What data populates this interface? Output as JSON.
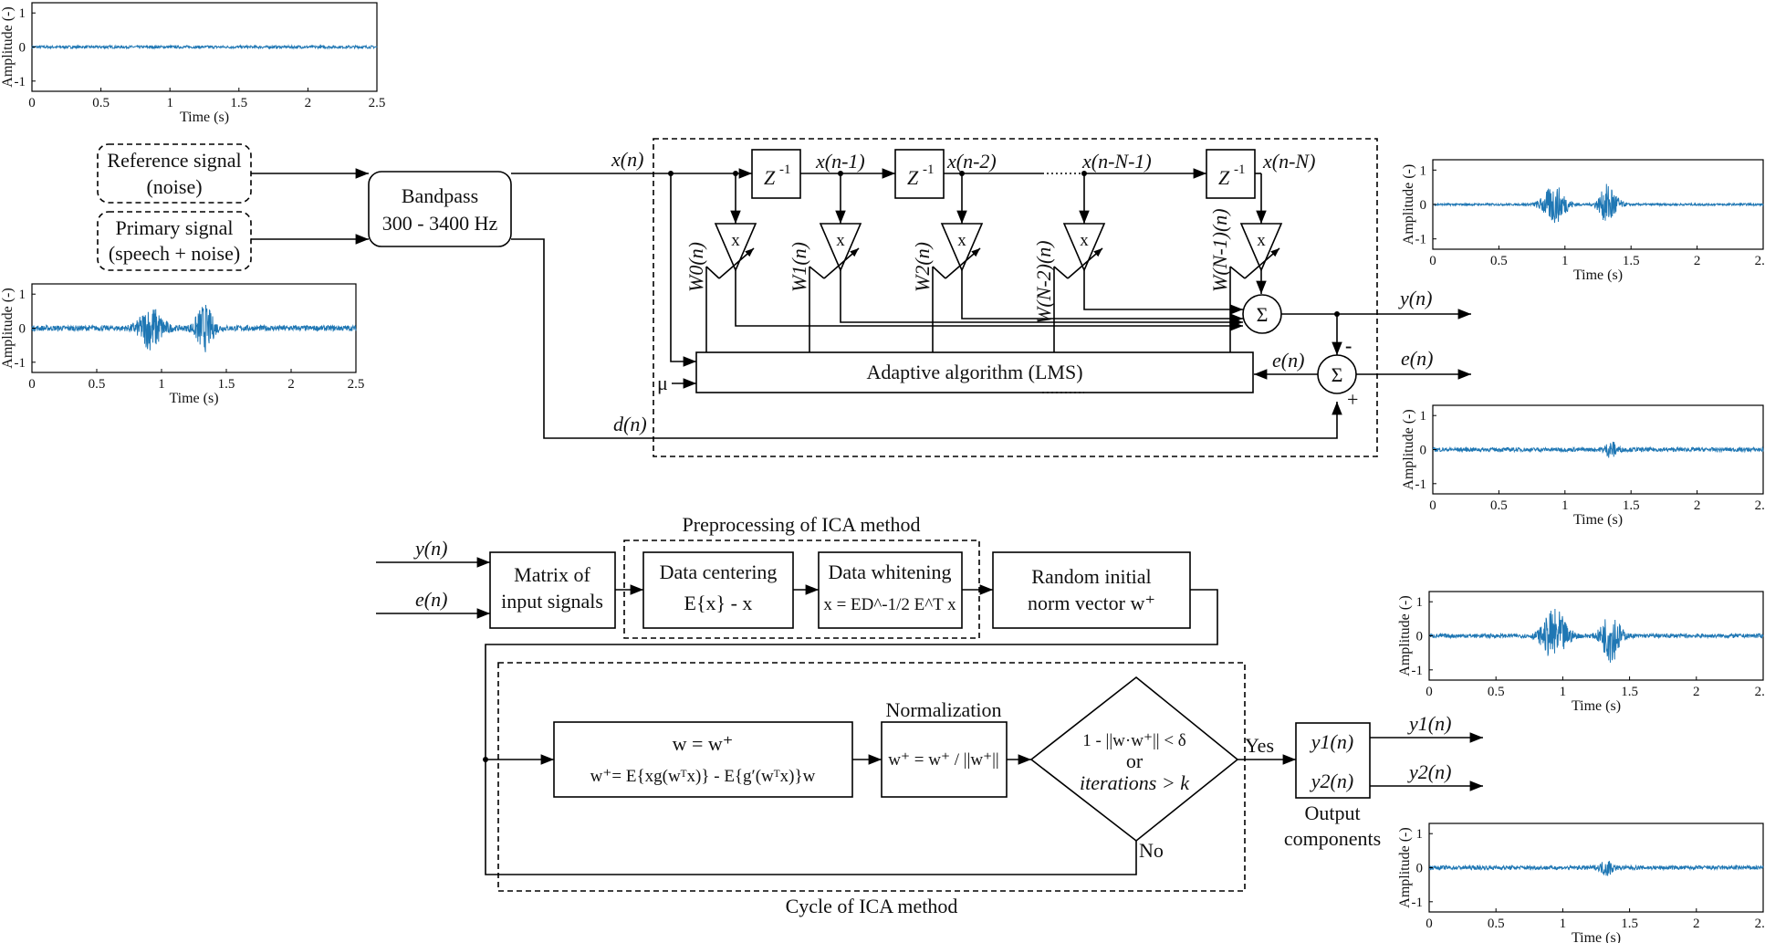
{
  "top": {
    "reference_signal": [
      "Reference signal",
      "(noise)"
    ],
    "primary_signal": [
      "Primary signal",
      "(speech + noise)"
    ],
    "bandpass": [
      "Bandpass",
      "300 - 3400 Hz"
    ],
    "x_n": "x(n)",
    "d_n": "d(n)",
    "y_n": "y(n)",
    "e_n": "e(n)",
    "e_n_out": "e(n)",
    "mu": "μ",
    "delay": "Z",
    "delay_exp": "-1",
    "taps": [
      "x(n-1)",
      "x(n-2)",
      "x(n-N-1)",
      "x(n-N)"
    ],
    "mult": "x",
    "weights": [
      "W0(n)",
      "W1(n)",
      "W2(n)",
      "W(N-2)(n)",
      "W(N-1)(n)"
    ],
    "sum": "Σ",
    "minus": "-",
    "plus": "+",
    "adaptive": "Adaptive algorithm (LMS)"
  },
  "bottom": {
    "y_n": "y(n)",
    "e_n": "e(n)",
    "matrix": [
      "Matrix of",
      "input signals"
    ],
    "preprocessing_title": "Preprocessing of ICA method",
    "centering": [
      "Data centering",
      "E{x} - x"
    ],
    "whitening": [
      "Data whitening",
      "x = ED^-1/2 E^T x"
    ],
    "random_init": [
      "Random initial",
      "norm vector w⁺"
    ],
    "update": [
      "w = w⁺",
      "w⁺= E{xg(wᵀx)} - E{g′(wᵀx)}w"
    ],
    "normalization_title": "Normalization",
    "normalization": "w⁺ = w⁺ / ||w⁺||",
    "decision": [
      "1 - ||w·w⁺|| < δ",
      "or",
      "iterations > k"
    ],
    "yes": "Yes",
    "no": "No",
    "outputs": [
      "y1(n)",
      "y2(n)"
    ],
    "output_title": [
      "Output",
      "components"
    ],
    "y1_out": "y1(n)",
    "y2_out": "y2(n)",
    "cycle_title": "Cycle of ICA method"
  },
  "plots": {
    "ylabel": "Amplitude (-)",
    "xlabel": "Time (s)",
    "xticks": [
      "0",
      "0.5",
      "1",
      "1.5",
      "2",
      "2.5"
    ],
    "yticks": [
      "1",
      "0",
      "-1"
    ]
  },
  "chart_data": [
    {
      "type": "line",
      "xlabel": "Time (s)",
      "ylabel": "Amplitude (-)",
      "xlim": [
        0,
        2.5
      ],
      "ylim": [
        -1.3,
        1.3
      ],
      "x": [
        0,
        0.5,
        1,
        1.5,
        2,
        2.5
      ],
      "values": [
        0.04,
        0.04,
        0.04,
        0.04,
        0.04,
        0.04
      ],
      "bursts": []
    },
    {
      "type": "line",
      "xlabel": "Time (s)",
      "ylabel": "Amplitude (-)",
      "xlim": [
        0,
        2.5
      ],
      "ylim": [
        -1.3,
        1.3
      ],
      "x": [
        0,
        0.5,
        1,
        1.5,
        2,
        2.5
      ],
      "values": [
        0.08,
        0.08,
        0.08,
        0.08,
        0.08,
        0.08
      ],
      "bursts": [
        {
          "center": 0.92,
          "width": 0.24,
          "amp": 0.6
        },
        {
          "center": 1.33,
          "width": 0.18,
          "amp": 0.65
        }
      ]
    },
    {
      "type": "line",
      "xlabel": "Time (s)",
      "ylabel": "Amplitude (-)",
      "xlim": [
        0,
        2.5
      ],
      "ylim": [
        -1.3,
        1.3
      ],
      "x": [
        0,
        0.5,
        1,
        1.5,
        2,
        2.5
      ],
      "values": [
        0.03,
        0.03,
        0.03,
        0.03,
        0.03,
        0.03
      ],
      "bursts": [
        {
          "center": 0.92,
          "width": 0.24,
          "amp": 0.55
        },
        {
          "center": 1.33,
          "width": 0.18,
          "amp": 0.6
        }
      ]
    },
    {
      "type": "line",
      "xlabel": "Time (s)",
      "ylabel": "Amplitude (-)",
      "xlim": [
        0,
        2.5
      ],
      "ylim": [
        -1.3,
        1.3
      ],
      "x": [
        0,
        0.5,
        1,
        1.5,
        2,
        2.5
      ],
      "values": [
        0.06,
        0.06,
        0.06,
        0.06,
        0.06,
        0.06
      ],
      "bursts": [
        {
          "center": 1.35,
          "width": 0.12,
          "amp": 0.22
        }
      ]
    },
    {
      "type": "line",
      "xlabel": "Time (s)",
      "ylabel": "Amplitude (-)",
      "xlim": [
        0,
        2.5
      ],
      "ylim": [
        -1.3,
        1.3
      ],
      "x": [
        0,
        0.5,
        1,
        1.5,
        2,
        2.5
      ],
      "values": [
        0.06,
        0.06,
        0.06,
        0.06,
        0.06,
        0.06
      ],
      "bursts": [
        {
          "center": 0.94,
          "width": 0.24,
          "amp": 0.75
        },
        {
          "center": 1.36,
          "width": 0.18,
          "amp": 0.75
        }
      ]
    },
    {
      "type": "line",
      "xlabel": "Time (s)",
      "ylabel": "Amplitude (-)",
      "xlim": [
        0,
        2.5
      ],
      "ylim": [
        -1.3,
        1.3
      ],
      "x": [
        0,
        0.5,
        1,
        1.5,
        2,
        2.5
      ],
      "values": [
        0.06,
        0.06,
        0.06,
        0.06,
        0.06,
        0.06
      ],
      "bursts": [
        {
          "center": 1.33,
          "width": 0.12,
          "amp": 0.22
        }
      ]
    }
  ]
}
